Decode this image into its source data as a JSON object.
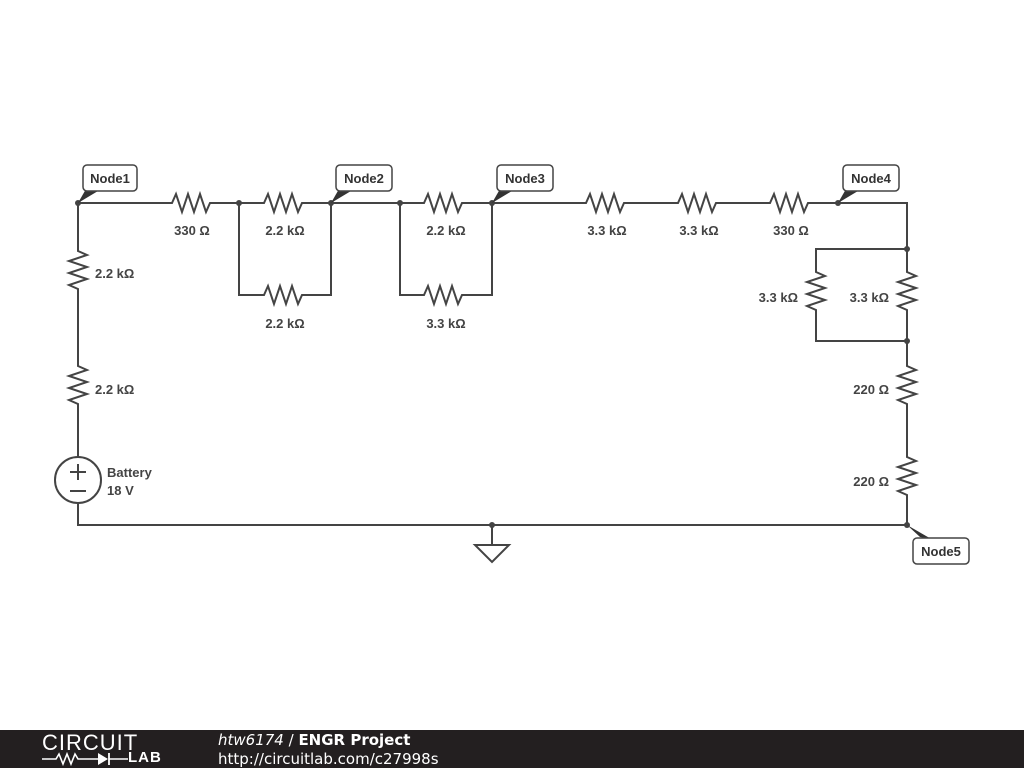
{
  "schematic": {
    "nodes": [
      "Node1",
      "Node2",
      "Node3",
      "Node4",
      "Node5"
    ],
    "resistors": {
      "r_330_a": "330 Ω",
      "r_22k_top_a": "2.2 kΩ",
      "r_22k_bot_a": "2.2 kΩ",
      "r_22k_top_b": "2.2 kΩ",
      "r_33k_bot_b": "3.3 kΩ",
      "r_33k_a": "3.3 kΩ",
      "r_33k_b": "3.3 kΩ",
      "r_330_b": "330 Ω",
      "r_33k_par_left": "3.3 kΩ",
      "r_33k_par_right": "3.3 kΩ",
      "r_220_a": "220 Ω",
      "r_220_b": "220 Ω",
      "r_22k_left_a": "2.2 kΩ",
      "r_22k_left_b": "2.2 kΩ"
    },
    "battery": {
      "name": "Battery",
      "voltage": "18 V"
    }
  },
  "footer": {
    "logo_top": "CIRCUIT",
    "logo_bottom": "LAB",
    "user": "htw6174",
    "separator": " / ",
    "project": "ENGR Project",
    "url": "http://circuitlab.com/c27998s"
  }
}
